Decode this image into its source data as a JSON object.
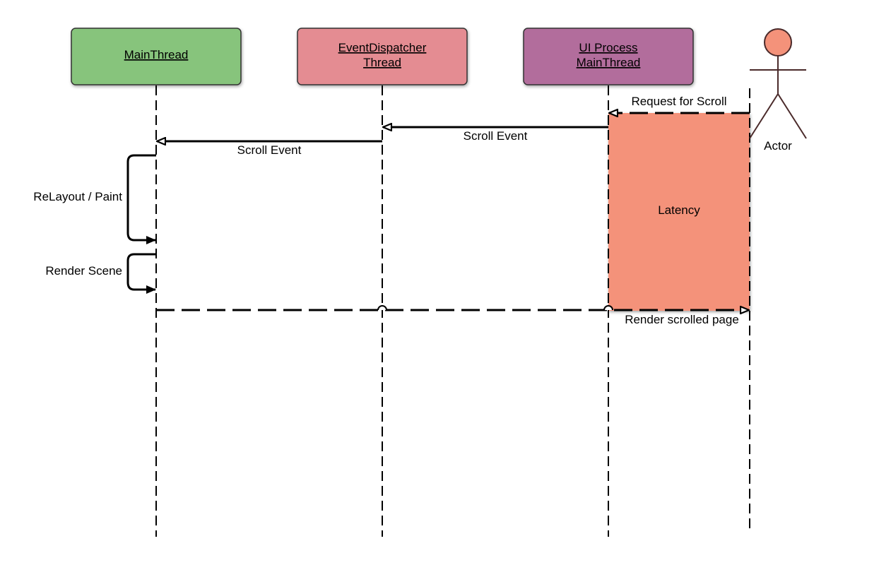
{
  "participants": [
    {
      "lines": [
        "MainThread"
      ],
      "color": "#87c47b"
    },
    {
      "lines": [
        "EventDispatcher",
        "Thread"
      ],
      "color": "#e48c92"
    },
    {
      "lines": [
        "UI Process",
        "MainThread"
      ],
      "color": "#b26d9c"
    }
  ],
  "actor": {
    "label": "Actor",
    "head_color": "#f4927a"
  },
  "latency_box": {
    "label": "Latency",
    "color": "#f4927a"
  },
  "messages": {
    "request_for_scroll": "Request for Scroll",
    "scroll_event_to_dispatcher": "Scroll Event",
    "scroll_event_to_main": "Scroll Event",
    "relayout_paint": "ReLayout / Paint",
    "render_scene": "Render Scene",
    "render_scrolled_page": "Render scrolled page"
  }
}
